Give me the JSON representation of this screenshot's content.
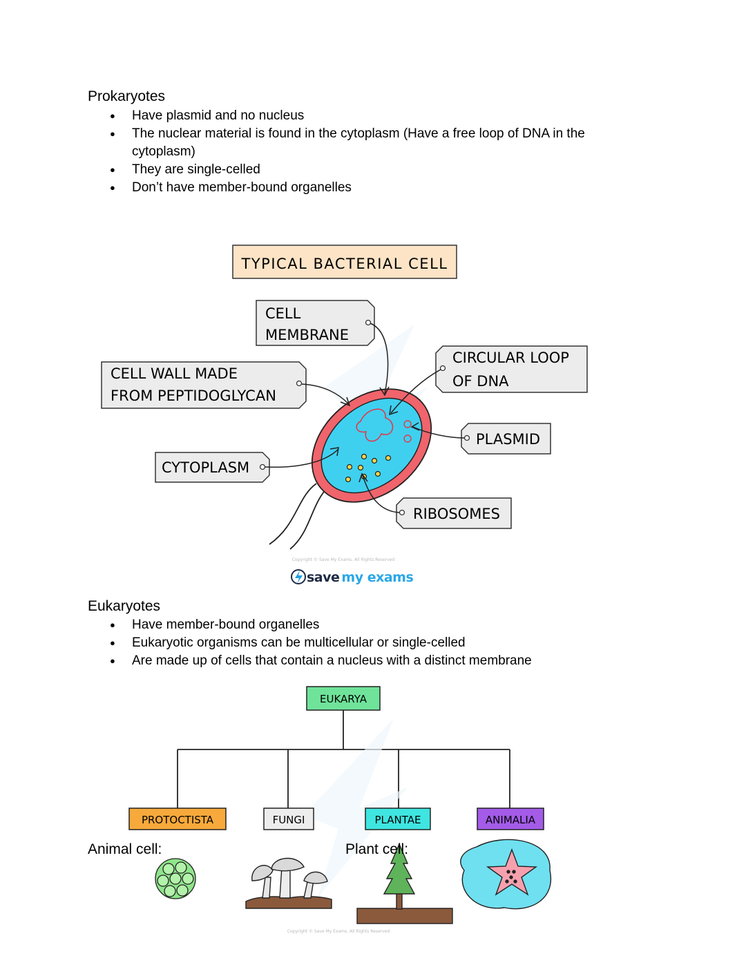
{
  "prokaryotes": {
    "title": "Prokaryotes",
    "bullets": [
      "Have plasmid and no nucleus",
      "The nuclear material is found in the cytoplasm (Have a free loop of DNA in the",
      "cytoplasm)",
      "They are single-celled",
      "Don’t have member-bound organelles"
    ]
  },
  "bacterial_diagram": {
    "title": "TYPICAL BACTERIAL CELL",
    "labels": {
      "cell_membrane_1": "CELL",
      "cell_membrane_2": "MEMBRANE",
      "cell_wall_1": "CELL WALL MADE",
      "cell_wall_2": "FROM PEPTIDOGLYCAN",
      "dna_1": "CIRCULAR LOOP",
      "dna_2": "OF DNA",
      "plasmid": "PLASMID",
      "cytoplasm": "CYTOPLASM",
      "ribosomes": "RIBOSOMES"
    },
    "copyright": "Copyright © Save My Exams. All Rights Reserved",
    "logo": {
      "text_a": "save",
      "text_b": "my exams"
    }
  },
  "eukaryotes": {
    "title": "Eukaryotes",
    "bullets": [
      "Have member-bound organelles",
      "Eukaryotic organisms can be multicellular or single-celled",
      "Are made up of cells that contain a nucleus with a distinct membrane"
    ]
  },
  "eukarya_tree": {
    "root": "EUKARYA",
    "kingdoms": [
      "PROTOCTISTA",
      "FUNGI",
      "PLANTAE",
      "ANIMALIA"
    ],
    "colors": {
      "eukarya": "#6fe39a",
      "protoctista": "#f7a93b",
      "fungi": "#ededed",
      "plantae": "#3fe5e0",
      "animalia": "#a35be8"
    },
    "copyright": "Copyright © Save My Exams. All Rights Reserved"
  },
  "captions": {
    "animal_cell": "Animal cell:",
    "plant_cell": "Plant cell:"
  }
}
